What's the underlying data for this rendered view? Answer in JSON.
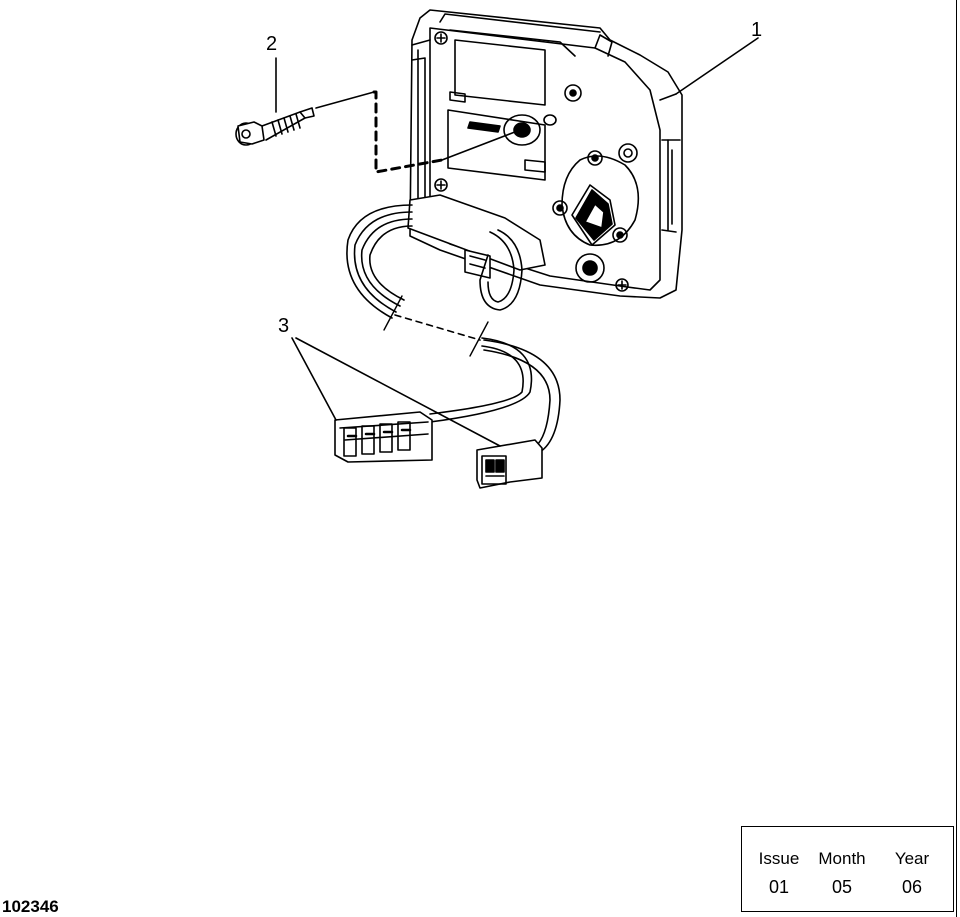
{
  "callouts": {
    "part1": "1",
    "part2": "2",
    "part3": "3"
  },
  "figure_number": "102346",
  "issue_block": {
    "headers": [
      "Issue",
      "Month",
      "Year"
    ],
    "values": [
      "01",
      "05",
      "06"
    ]
  }
}
